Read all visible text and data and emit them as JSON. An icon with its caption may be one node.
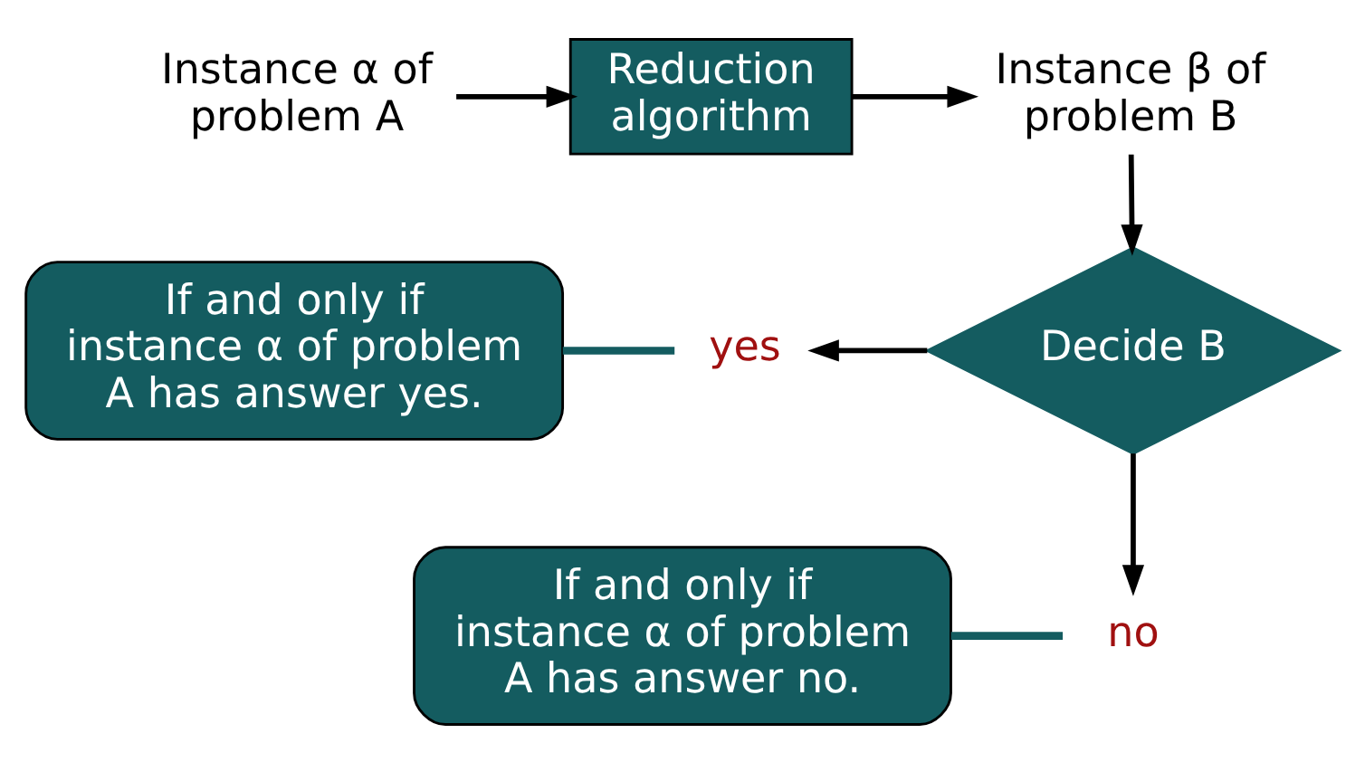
{
  "diagram": {
    "nodes": [
      {
        "text": [
          "Instance α of problem A"
        ]
      },
      {
        "text": [
          "Reduction algorithm"
        ]
      },
      {
        "text": [
          "Instance β of problem B"
        ]
      },
      {
        "text": [
          "Decide B"
        ]
      },
      {
        "text": [
          "yes"
        ]
      },
      {
        "text": [
          "no"
        ]
      },
      {
        "text": [
          "If and only if instance α of problem A has answer yes."
        ]
      },
      {
        "text": [
          "If and only if instance α of problem A has answer no."
        ]
      }
    ],
    "edges": [
      {
        "from": 0,
        "to": 1,
        "arrow": "to"
      },
      {
        "from": 1,
        "to": 2,
        "arrow": "to"
      },
      {
        "from": 2,
        "to": 3,
        "arrow": "to"
      },
      {
        "from": 3,
        "to": 4,
        "arrow": "to"
      },
      {
        "from": 3,
        "to": 5,
        "arrow": "to"
      },
      {
        "from": 6,
        "to": 4,
        "arrow": "none",
        "color": "#145c60"
      },
      {
        "from": 7,
        "to": 5,
        "arrow": "none",
        "color": "#145c60"
      }
    ]
  }
}
